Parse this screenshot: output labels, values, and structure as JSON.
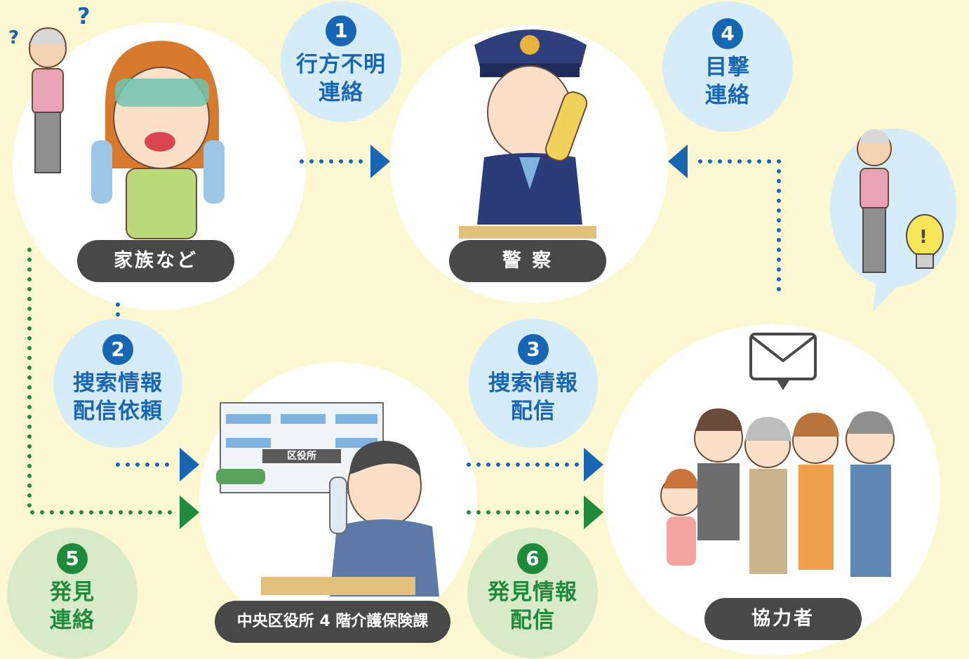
{
  "nodes": {
    "family": "家族など",
    "police": "警 察",
    "office": "中央区役所 4 階介護保険課",
    "helpers": "協力者"
  },
  "building_sign": "区役所",
  "steps": [
    {
      "number": "1",
      "text": "行方不明\n連絡"
    },
    {
      "number": "2",
      "text": "捜索情報\n配信依頼"
    },
    {
      "number": "3",
      "text": "捜索情報\n配信"
    },
    {
      "number": "4",
      "text": "目撃\n連絡"
    },
    {
      "number": "5",
      "text": "発見\n連絡"
    },
    {
      "number": "6",
      "text": "発見情報\n配信"
    }
  ],
  "colors": {
    "background": "#fdf8d2",
    "search_flow": "#1666b3",
    "found_flow": "#1e8b3c",
    "label_bg": "#484848"
  }
}
